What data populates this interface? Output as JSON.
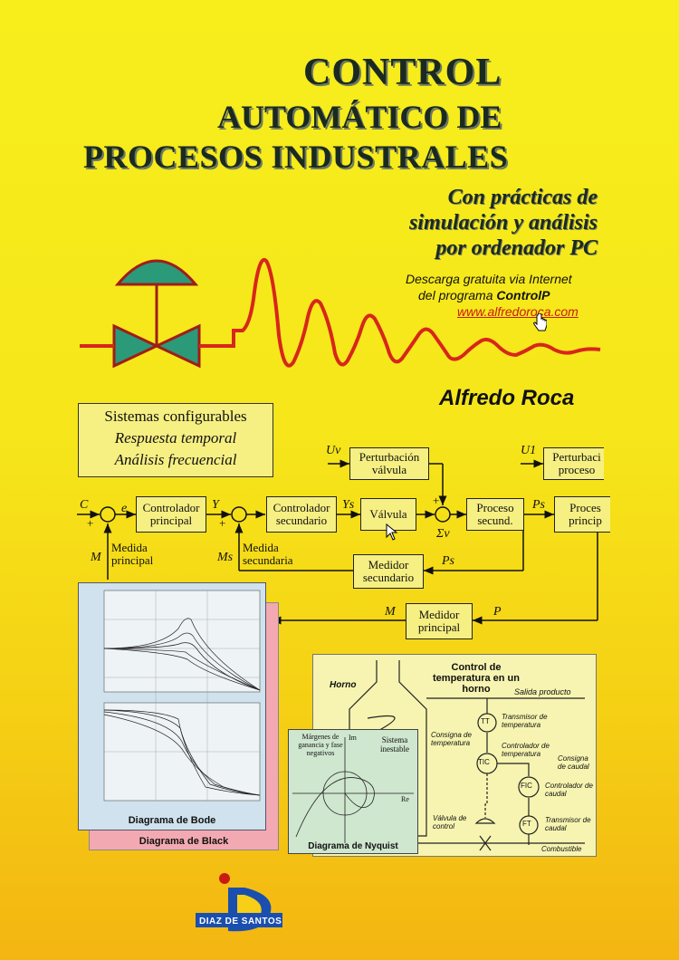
{
  "cover": {
    "title_line1": "CONTROL",
    "title_line2": "AUTOMÁTICO DE",
    "title_line3": "PROCESOS INDUSTRALES",
    "subtitle_line1": "Con prácticas de",
    "subtitle_line2": "simulación y análisis",
    "subtitle_line3": "por ordenador PC",
    "download_line1": "Descarga gratuita via Internet",
    "download_line2_prefix": "del programa ",
    "download_program": "ControlP",
    "url": "www.alfredoroca.com",
    "author": "Alfredo Roca",
    "publisher": "DIAZ DE SANTOS"
  },
  "features_box": {
    "line1": "Sistemas configurables",
    "line2": "Respuesta temporal",
    "line3": "Análisis frecuencial"
  },
  "block_diagram": {
    "blocks": {
      "controlador_principal": "Controlador principal",
      "controlador_secundario": "Controlador secundario",
      "valvula": "Válvula",
      "proceso_secund": "Proceso secund.",
      "proceso_princip": "Proces princip",
      "perturbacion_valvula": "Perturbación válvula",
      "perturbacion_proceso": "Perturbaci proceso",
      "medidor_secundario": "Medidor secundario",
      "medidor_principal": "Medidor principal"
    },
    "signals": {
      "C": "C",
      "e": "e",
      "Y": "Y",
      "Ys": "Ys",
      "Ps": "Ps",
      "Uv": "Uv",
      "U1": "U1",
      "M": "M",
      "Ms": "Ms",
      "P": "P",
      "Sv": "Σv",
      "plus": "+",
      "minus": "−"
    },
    "labels": {
      "medida_principal": "Medida principal",
      "medida_secundaria": "Medida secundaria"
    }
  },
  "inset_bode": {
    "caption_bode": "Diagrama de Bode",
    "caption_black": "Diagrama de Black"
  },
  "inset_horno": {
    "title": "Control de temperatura en un horno",
    "horno": "Horno",
    "salida": "Salida producto",
    "tt": "TT",
    "tic": "TIC",
    "fic": "FIC",
    "ft": "FT",
    "transmisor_temp": "Transmisor de temperatura",
    "consigna_temp": "Consigna de temperatura",
    "controlador_temp": "Controlador de temperatura",
    "consigna_caudal": "Consigna de caudal",
    "controlador_caudal": "Controlador de caudal",
    "valvula_control": "Válvula de control",
    "transmisor_caudal": "Transmisor de caudal",
    "combustible": "Combustible"
  },
  "inset_nyquist": {
    "margenes": "Márgenes de ganancia y fase negativos",
    "sistema": "Sistema inestable",
    "im": "Im",
    "re": "Re",
    "caption": "Diagrama de Nyquist"
  },
  "colors": {
    "background": "#f6e61a",
    "title": "#1b2a20",
    "valve": "#2a9a78",
    "wave": "#d8261c",
    "block_fill": "#f6ef82"
  }
}
